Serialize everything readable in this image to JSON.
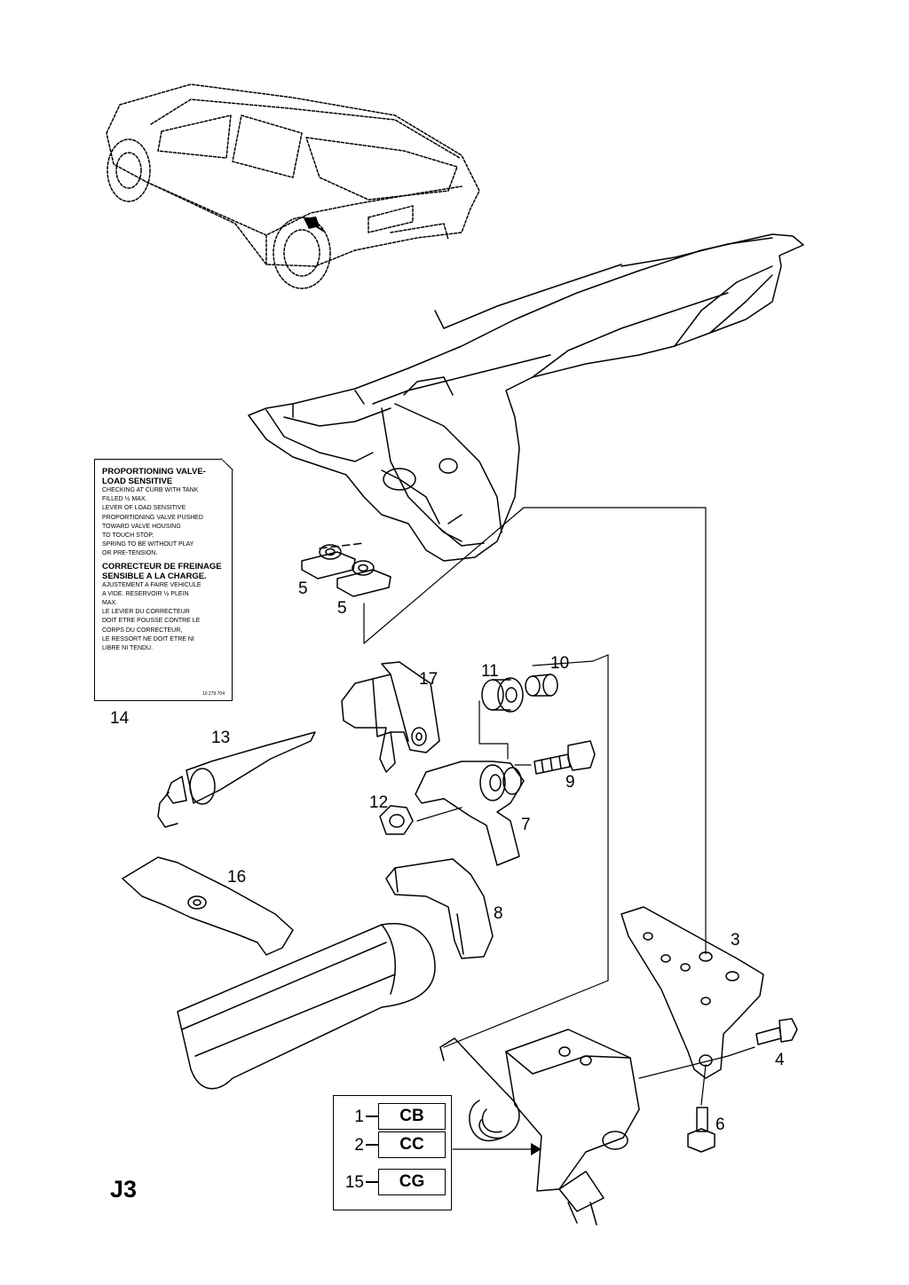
{
  "page_id": "J3",
  "callouts": {
    "c3": "3",
    "c4": "4",
    "c5a": "5",
    "c5b": "5",
    "c6": "6",
    "c7": "7",
    "c8": "8",
    "c9": "9",
    "c10": "10",
    "c11": "11",
    "c12": "12",
    "c13": "13",
    "c14": "14",
    "c16": "16",
    "c17": "17"
  },
  "label": {
    "heading_en": "PROPORTIONING VALVE-\nLOAD SENSITIVE",
    "text_en": "CHECKING AT CURB WITH TANK\nFILLED ½ MAX.\nLEVER OF LOAD SENSITIVE\nPROPORTIONING VALVE PUSHED\nTOWARD VALVE HOUSING\nTO TOUCH STOP,\nSPRING TO BE WITHOUT PLAY\nOR PRE-TENSION.",
    "heading_fr": "CORRECTEUR DE FREINAGE\nSENSIBLE A LA CHARGE.",
    "text_fr": "AJUSTEMENT A FAIRE VEHICULE\nA VIDE. RESERVOIR ½ PLEIN\nMAX.\nLE LEVIER DU CORRECTEUR\nDOIT ETRE POUSSE CONTRE LE\nCORPS DU CORRECTEUR,\nLE RESSORT NE DOIT ETRE NI\nLIBRE NI TENDU.",
    "code": "10 279 704"
  },
  "codes": [
    {
      "num": "1",
      "code": "CB"
    },
    {
      "num": "2",
      "code": "CC"
    },
    {
      "num": "15",
      "code": "CG"
    }
  ]
}
